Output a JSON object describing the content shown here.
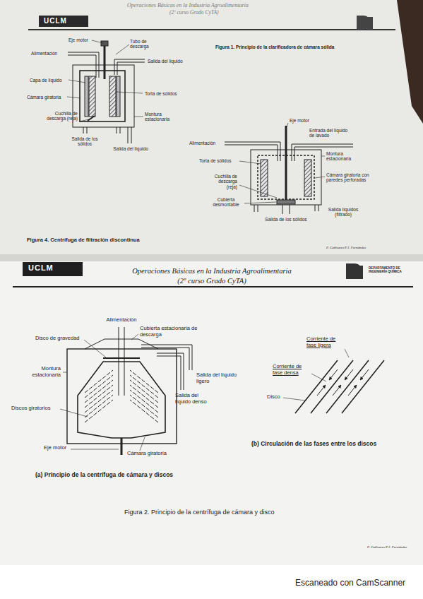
{
  "diagram": {
    "labels": [
      "Operaciones Básicas en la Industria Agroalimentaria",
      "(2º curso Grado CyTA)",
      "UCLM",
      "Figura 1. Principio de la clarificadora de cámara sólida",
      "Eje motor",
      "Alimentación",
      "Tubo de descarga",
      "Salida del líquido",
      "Capa de líquido",
      "Cámara giratoria",
      "Torta de sólidos",
      "Cuchilla de descarga (reja)",
      "Montura estacionaria",
      "Salida de los sólidos",
      "Salida del líquido",
      "Eje motor",
      "Alimentación",
      "Entrada del líquido de lavado",
      "Torta de sólidos",
      "Montura estacionaria",
      "Cuchilla de descarga (reja)",
      "Cámara giratoria con paredes perforadas",
      "Cubierta desmontable",
      "Salida de los sólidos",
      "Salida líquidos (filtrado)",
      "Figura 4. Centrífuga de filtración discontinua",
      "P. Cañizares/F.J. Fernández",
      "UCLM",
      "Operaciones Básicas en la Industria Agroalimentaria",
      "(2º curso Grado CyTA)",
      "DEPARTAMENTO DE INGENIERÍA QUÍMICA",
      "Alimentación",
      "Disco de gravedad",
      "Cubierta estacionaria de descarga",
      "Montura estacionaria",
      "Salida del líquido ligero",
      "Discos giratorios",
      "Salida del líquido denso",
      "Eje motor",
      "Cámara giratoria",
      "(a) Principio de la centrífuga de cámara y discos",
      "Corriente de fase ligera",
      "Corriente de fase densa",
      "Disco",
      "(b) Circulación de las fases entre los discos",
      "Figura 2. Principio de la centrífuga de cámara y disco",
      "P. Cañizares/F.J. Fernández",
      "Escaneado con CamScanner"
    ]
  }
}
